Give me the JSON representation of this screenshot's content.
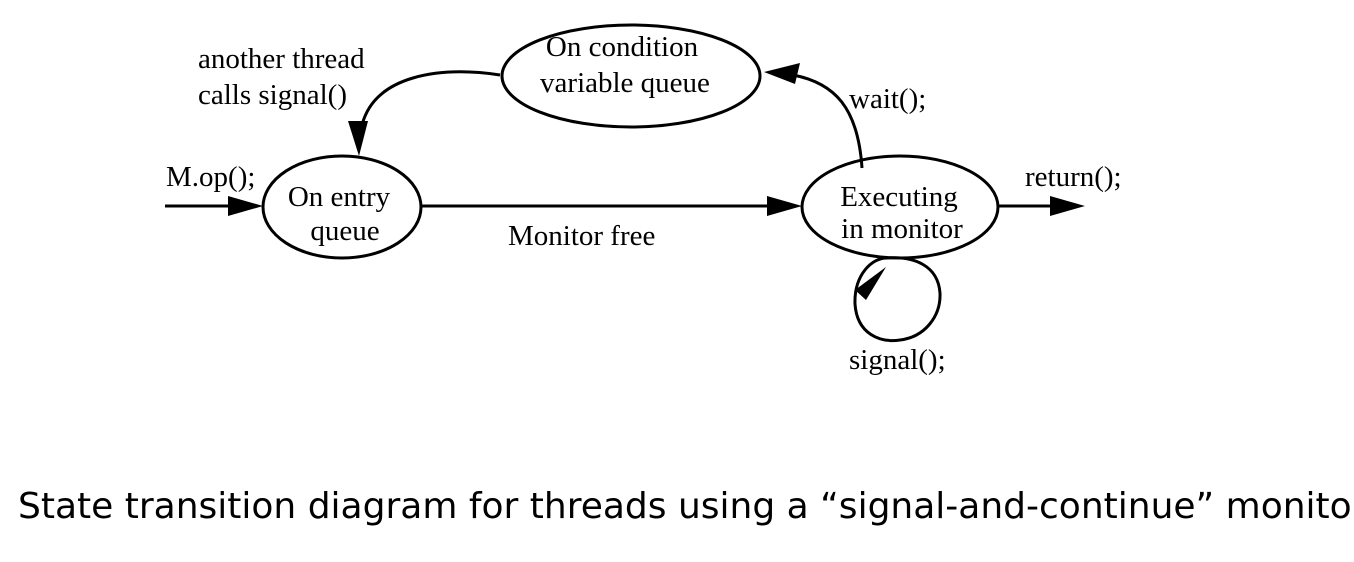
{
  "states": {
    "condition_queue": [
      "On condition",
      "variable queue"
    ],
    "entry_queue": [
      "On entry",
      "queue"
    ],
    "executing": [
      "Executing",
      "in monitor"
    ]
  },
  "transitions": {
    "another_thread_signal": [
      "another thread",
      "calls signal()"
    ],
    "wait": "wait();",
    "monitor_op": "M.op();",
    "monitor_free": "Monitor free",
    "return": "return();",
    "signal": "signal();"
  },
  "caption": "State transition diagram for threads using a “signal-and-continue” monitor."
}
